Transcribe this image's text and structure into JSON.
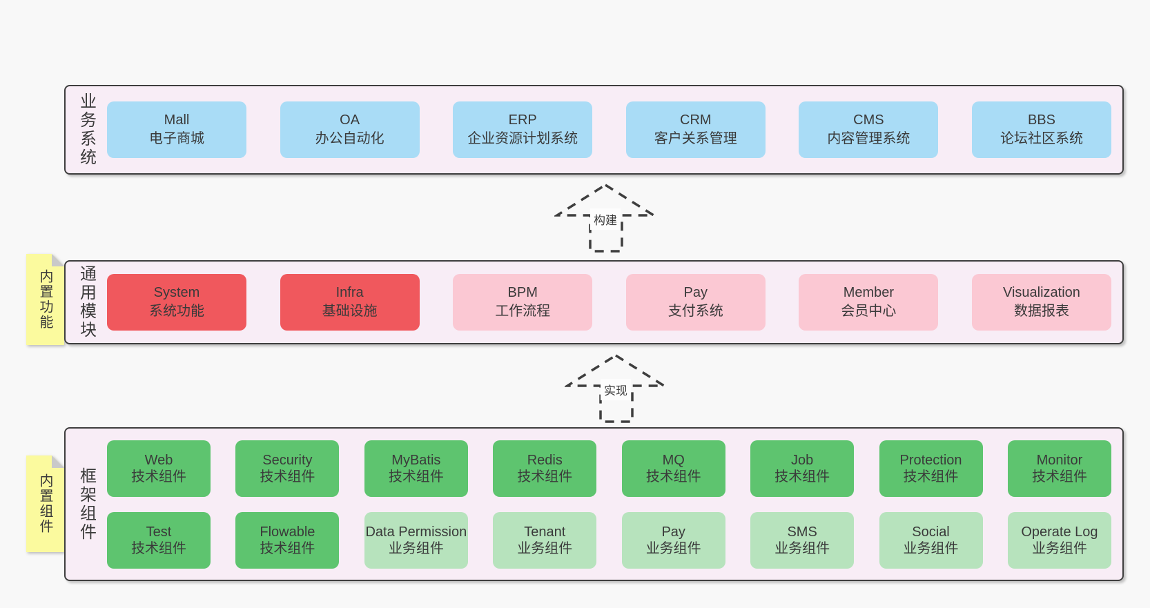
{
  "colors": {
    "page_bg": "#f8f8f8",
    "container_bg": "#f8edf6",
    "container_border": "#3e3e3e",
    "business_box": "#a9dcf6",
    "core_module_box": "#f0585d",
    "optional_module_box": "#fbc8d3",
    "tech_component_box": "#5ec46f",
    "biz_component_box": "#b7e3bd",
    "note_bg": "#fbfa9e",
    "text": "#3a3a3a"
  },
  "arrows": {
    "build": "构建",
    "implement": "实现"
  },
  "sections": {
    "business": {
      "side_label": "业务系统",
      "items": [
        {
          "name": "Mall",
          "desc": "电子商城"
        },
        {
          "name": "OA",
          "desc": "办公自动化"
        },
        {
          "name": "ERP",
          "desc": "企业资源计划系统"
        },
        {
          "name": "CRM",
          "desc": "客户关系管理"
        },
        {
          "name": "CMS",
          "desc": "内容管理系统"
        },
        {
          "name": "BBS",
          "desc": "论坛社区系统"
        }
      ]
    },
    "modules": {
      "side_label": "通用模块",
      "note": "内置功能",
      "items": [
        {
          "name": "System",
          "desc": "系统功能"
        },
        {
          "name": "Infra",
          "desc": "基础设施"
        },
        {
          "name": "BPM",
          "desc": "工作流程"
        },
        {
          "name": "Pay",
          "desc": "支付系统"
        },
        {
          "name": "Member",
          "desc": "会员中心"
        },
        {
          "name": "Visualization",
          "desc": "数据报表"
        }
      ]
    },
    "components": {
      "side_label": "框架组件",
      "note": "内置组件",
      "row1": [
        {
          "name": "Web",
          "desc": "技术组件"
        },
        {
          "name": "Security",
          "desc": "技术组件"
        },
        {
          "name": "MyBatis",
          "desc": "技术组件"
        },
        {
          "name": "Redis",
          "desc": "技术组件"
        },
        {
          "name": "MQ",
          "desc": "技术组件"
        },
        {
          "name": "Job",
          "desc": "技术组件"
        },
        {
          "name": "Protection",
          "desc": "技术组件"
        },
        {
          "name": "Monitor",
          "desc": "技术组件"
        }
      ],
      "row2": [
        {
          "name": "Test",
          "desc": "技术组件"
        },
        {
          "name": "Flowable",
          "desc": "技术组件"
        },
        {
          "name": "Data Permission",
          "desc": "业务组件"
        },
        {
          "name": "Tenant",
          "desc": "业务组件"
        },
        {
          "name": "Pay",
          "desc": "业务组件"
        },
        {
          "name": "SMS",
          "desc": "业务组件"
        },
        {
          "name": "Social",
          "desc": "业务组件"
        },
        {
          "name": "Operate Log",
          "desc": "业务组件"
        }
      ]
    }
  }
}
